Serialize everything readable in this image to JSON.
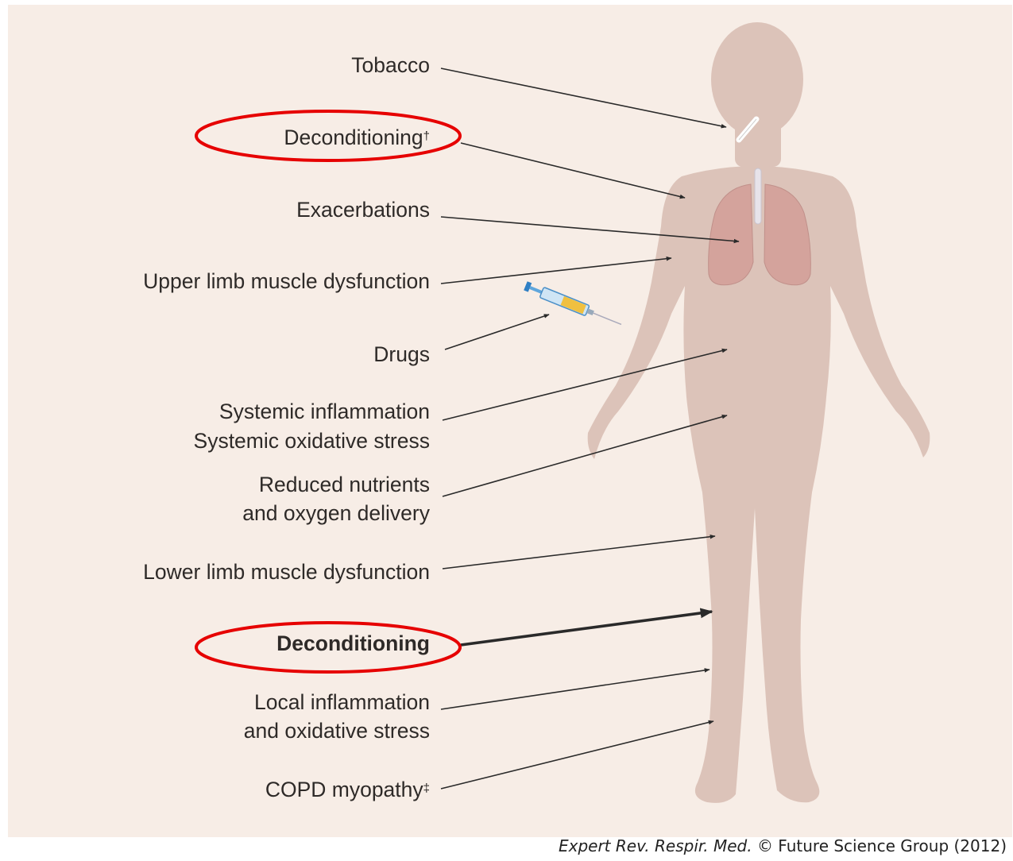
{
  "labels": {
    "tobacco": "Tobacco",
    "deconditioning_top": "Deconditioning",
    "deconditioning_top_mark": "†",
    "exacerbations": "Exacerbations",
    "upper_limb": "Upper limb muscle dysfunction",
    "drugs": "Drugs",
    "systemic_1": "Systemic inflammation",
    "systemic_2": "Systemic oxidative stress",
    "nutrients_1": "Reduced nutrients",
    "nutrients_2": "and oxygen delivery",
    "lower_limb": "Lower limb muscle dysfunction",
    "deconditioning_bottom": "Deconditioning",
    "local_1": "Local inflammation",
    "local_2": "and oxidative stress",
    "copd": "COPD myopathy",
    "copd_mark": "‡"
  },
  "credit": {
    "journal": "Expert Rev. Respir. Med.",
    "copyright": "© Future Science Group (2012)"
  },
  "colors": {
    "background": "#f7ede6",
    "body": "#dcc3b9",
    "lungs": "#d4a39c",
    "arrow": "#2a2a2a",
    "highlight": "#e60000"
  }
}
